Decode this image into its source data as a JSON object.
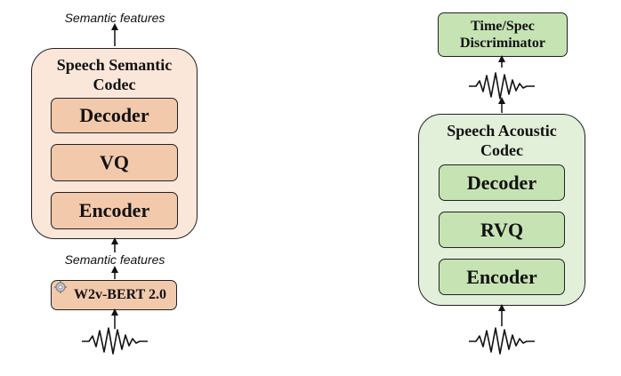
{
  "semantic": {
    "top_label": "Semantic features",
    "codec_title_line1": "Speech Semantic",
    "codec_title_line2": "Codec",
    "blocks": [
      "Decoder",
      "VQ",
      "Encoder"
    ],
    "mid_label": "Semantic features",
    "model_label": "W2v-BERT 2.0",
    "colors": {
      "panel_bg": "#fbe6da",
      "block_bg": "#f3c9ac"
    }
  },
  "acoustic": {
    "discriminator_line1": "Time/Spec",
    "discriminator_line2": "Discriminator",
    "codec_title_line1": "Speech Acoustic",
    "codec_title_line2": "Codec",
    "blocks": [
      "Decoder",
      "RVQ",
      "Encoder"
    ],
    "colors": {
      "panel_bg": "#e2f0da",
      "block_bg": "#c6e3b4"
    }
  }
}
